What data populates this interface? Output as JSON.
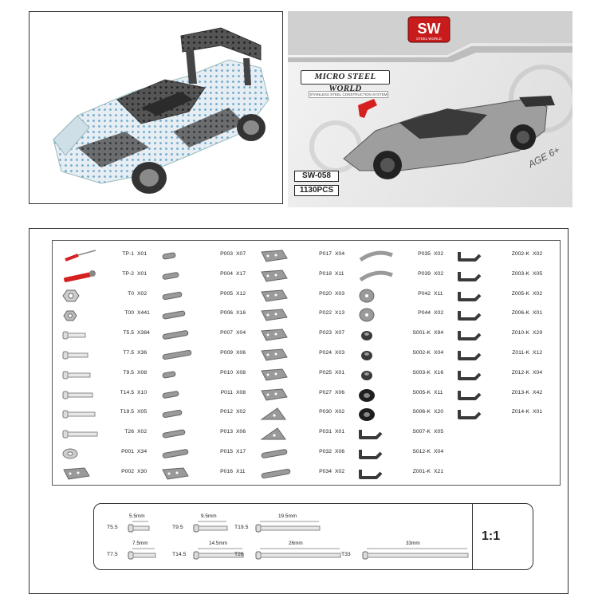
{
  "box_art": {
    "brand": "SW",
    "brand_sub": "STEEL WORLD",
    "series_title": "MICRO STEEL WORLD",
    "series_subtitle": "STAINLESS STEEL CONSTRUCTION SYSTEM",
    "model_number": "SW-058",
    "piece_count": "1130PCS",
    "age": "AGE 6+"
  },
  "parts": {
    "col1": [
      {
        "code": "TP-1",
        "qty": "X01",
        "icon": "screwdriver-icon"
      },
      {
        "code": "TP-2",
        "qty": "X01",
        "icon": "wrench-icon"
      },
      {
        "code": "T0",
        "qty": "X02",
        "icon": "nut-icon"
      },
      {
        "code": "T00",
        "qty": "X441",
        "icon": "small-nut-icon"
      },
      {
        "code": "T5.5",
        "qty": "X384",
        "icon": "screw-icon"
      },
      {
        "code": "T7.5",
        "qty": "X36",
        "icon": "screw-icon"
      },
      {
        "code": "T9.5",
        "qty": "X08",
        "icon": "screw-icon"
      },
      {
        "code": "T14.5",
        "qty": "X10",
        "icon": "screw-icon"
      },
      {
        "code": "T19.5",
        "qty": "X05",
        "icon": "screw-icon"
      },
      {
        "code": "T26",
        "qty": "X02",
        "icon": "screw-icon"
      },
      {
        "code": "P001",
        "qty": "X34",
        "icon": "washer-icon"
      },
      {
        "code": "P002",
        "qty": "X30",
        "icon": "plate-icon"
      }
    ],
    "col2": [
      {
        "code": "P003",
        "qty": "X07",
        "icon": "strip-icon"
      },
      {
        "code": "P004",
        "qty": "X17",
        "icon": "strip-icon"
      },
      {
        "code": "P005",
        "qty": "X12",
        "icon": "strip-icon"
      },
      {
        "code": "P006",
        "qty": "X16",
        "icon": "strip-icon"
      },
      {
        "code": "P007",
        "qty": "X04",
        "icon": "strip-icon"
      },
      {
        "code": "P009",
        "qty": "X06",
        "icon": "strip-icon"
      },
      {
        "code": "P010",
        "qty": "X08",
        "icon": "strip-icon"
      },
      {
        "code": "P011",
        "qty": "X08",
        "icon": "strip-icon"
      },
      {
        "code": "P012",
        "qty": "X02",
        "icon": "strip-icon"
      },
      {
        "code": "P013",
        "qty": "X06",
        "icon": "strip-icon"
      },
      {
        "code": "P015",
        "qty": "X17",
        "icon": "strip-icon"
      },
      {
        "code": "P016",
        "qty": "X11",
        "icon": "plate-icon"
      }
    ],
    "col3": [
      {
        "code": "P017",
        "qty": "X04",
        "icon": "plate-icon"
      },
      {
        "code": "P018",
        "qty": "X11",
        "icon": "plate-icon"
      },
      {
        "code": "P020",
        "qty": "X03",
        "icon": "plate-icon"
      },
      {
        "code": "P022",
        "qty": "X13",
        "icon": "plate-icon"
      },
      {
        "code": "P023",
        "qty": "X07",
        "icon": "plate-icon"
      },
      {
        "code": "P024",
        "qty": "X03",
        "icon": "plate-icon"
      },
      {
        "code": "P025",
        "qty": "X01",
        "icon": "plate-icon"
      },
      {
        "code": "P027",
        "qty": "X06",
        "icon": "plate-icon"
      },
      {
        "code": "P030",
        "qty": "X02",
        "icon": "triangle-plate-icon"
      },
      {
        "code": "P031",
        "qty": "X01",
        "icon": "triangle-plate-icon"
      },
      {
        "code": "P032",
        "qty": "X06",
        "icon": "strip-icon"
      },
      {
        "code": "P034",
        "qty": "X02",
        "icon": "strip-icon"
      }
    ],
    "col4": [
      {
        "code": "P035",
        "qty": "X02",
        "icon": "arc-icon"
      },
      {
        "code": "P039",
        "qty": "X02",
        "icon": "arc-icon"
      },
      {
        "code": "P042",
        "qty": "X11",
        "icon": "disc-icon"
      },
      {
        "code": "P044",
        "qty": "X02",
        "icon": "disc-icon"
      },
      {
        "code": "S001-K",
        "qty": "X94",
        "icon": "bushing-icon"
      },
      {
        "code": "S002-K",
        "qty": "X04",
        "icon": "bushing-icon"
      },
      {
        "code": "S003-K",
        "qty": "X16",
        "icon": "bushing-icon"
      },
      {
        "code": "S005-K",
        "qty": "X11",
        "icon": "tire-icon"
      },
      {
        "code": "S006-K",
        "qty": "X20",
        "icon": "tire-icon"
      },
      {
        "code": "S007-K",
        "qty": "X05",
        "icon": "bracket-icon"
      },
      {
        "code": "S012-K",
        "qty": "X04",
        "icon": "bracket-icon"
      },
      {
        "code": "Z001-K",
        "qty": "X21",
        "icon": "bracket-icon"
      }
    ],
    "col5": [
      {
        "code": "Z002-K",
        "qty": "X02",
        "icon": "bracket-icon"
      },
      {
        "code": "Z003-K",
        "qty": "X05",
        "icon": "bracket-icon"
      },
      {
        "code": "Z005-K",
        "qty": "X02",
        "icon": "bracket-icon"
      },
      {
        "code": "Z006-K",
        "qty": "X01",
        "icon": "bracket-icon"
      },
      {
        "code": "Z010-K",
        "qty": "X29",
        "icon": "bracket-icon"
      },
      {
        "code": "Z011-K",
        "qty": "X12",
        "icon": "bracket-icon"
      },
      {
        "code": "Z012-K",
        "qty": "X04",
        "icon": "bracket-icon"
      },
      {
        "code": "Z013-K",
        "qty": "X42",
        "icon": "bracket-icon"
      },
      {
        "code": "Z014-K",
        "qty": "X01",
        "icon": "bracket-icon"
      }
    ]
  },
  "scale": {
    "ratio": "1:1",
    "screws": [
      {
        "label": "T5.5",
        "length": "5.5mm"
      },
      {
        "label": "T9.5",
        "length": "9.5mm"
      },
      {
        "label": "T19.5",
        "length": "19.5mm"
      },
      {
        "label": "T7.5",
        "length": "7.5mm"
      },
      {
        "label": "T14.5",
        "length": "14.5mm"
      },
      {
        "label": "T26",
        "length": "26mm"
      },
      {
        "label": "T33",
        "length": "33mm"
      }
    ]
  },
  "colors": {
    "part_dark": "#3a3a3a",
    "part_metal": "#9a9a9a",
    "accent_red": "#d62020",
    "car_blue": "#7fb8d8"
  }
}
